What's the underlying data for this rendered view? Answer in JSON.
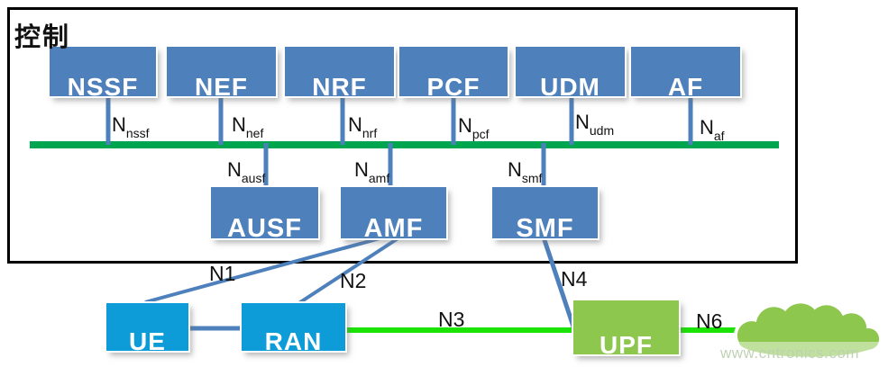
{
  "colors": {
    "steel_blue": "#4E80BC",
    "bright_blue": "#0E9CD8",
    "bus_green": "#00A64F",
    "data_green": "#1BE405",
    "upf_green": "#8DC74E",
    "outer_border": "#000000"
  },
  "control_region": {
    "label": "控制"
  },
  "nf_top": [
    {
      "label": "NSSF",
      "iface_base": "N",
      "iface_sub": "nssf"
    },
    {
      "label": "NEF",
      "iface_base": "N",
      "iface_sub": "nef"
    },
    {
      "label": "NRF",
      "iface_base": "N",
      "iface_sub": "nrf"
    },
    {
      "label": "PCF",
      "iface_base": "N",
      "iface_sub": "pcf"
    },
    {
      "label": "UDM",
      "iface_base": "N",
      "iface_sub": "udm"
    },
    {
      "label": "AF",
      "iface_base": "N",
      "iface_sub": "af"
    }
  ],
  "nf_mid": [
    {
      "label": "AUSF",
      "iface_base": "N",
      "iface_sub": "ausf"
    },
    {
      "label": "AMF",
      "iface_base": "N",
      "iface_sub": "amf"
    },
    {
      "label": "SMF",
      "iface_base": "N",
      "iface_sub": "smf"
    }
  ],
  "access_nodes": [
    {
      "label": "UE"
    },
    {
      "label": "RAN"
    },
    {
      "label": "UPF"
    }
  ],
  "links": {
    "n1": "N1",
    "n2": "N2",
    "n3": "N3",
    "n4": "N4",
    "n6": "N6"
  },
  "watermark": "www.cntronics.com"
}
